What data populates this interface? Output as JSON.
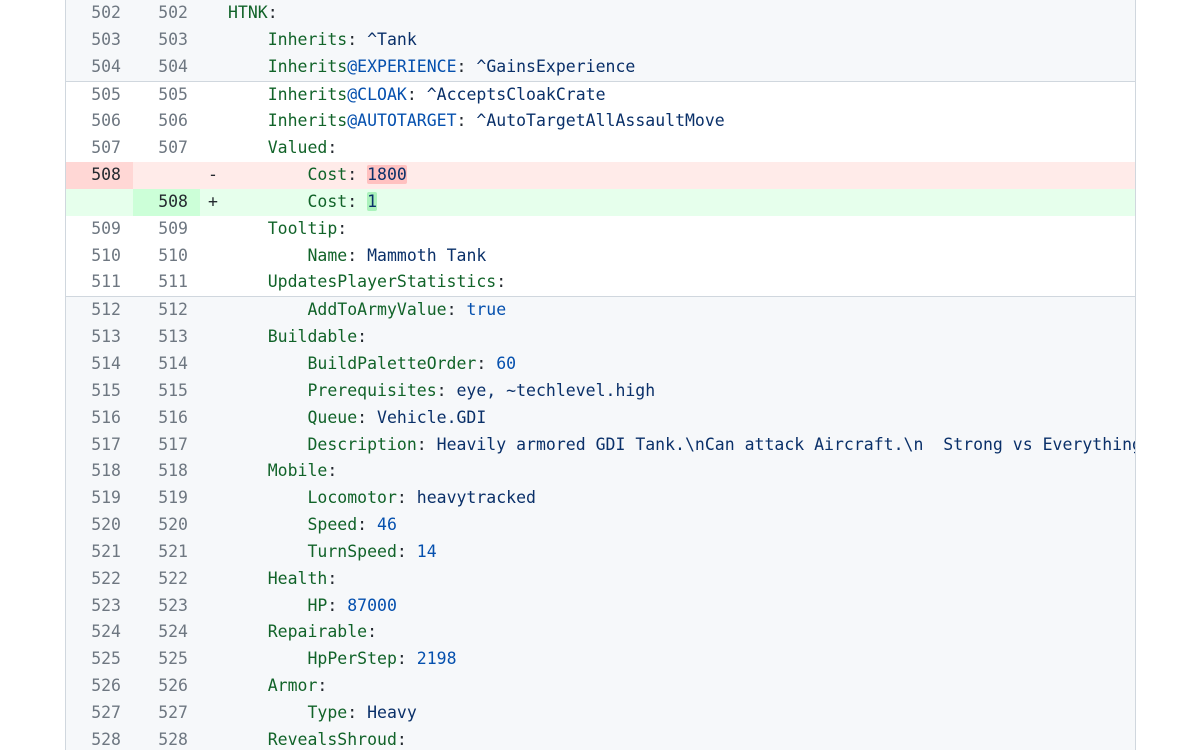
{
  "top_hunk": [
    {
      "old": "502",
      "new": "502",
      "indent": "",
      "key": "HTNK",
      "sep": ":",
      "value": ""
    },
    {
      "old": "503",
      "new": "503",
      "indent": "    ",
      "key": "Inherits",
      "sep": ": ",
      "value": "^Tank"
    },
    {
      "old": "504",
      "new": "504",
      "indent": "    ",
      "key": "Inherits",
      "attr": "@EXPERIENCE",
      "sep": ": ",
      "value": "^GainsExperience"
    }
  ],
  "main_hunk": [
    {
      "old": "505",
      "new": "505",
      "indent": "    ",
      "key": "Inherits",
      "attr": "@CLOAK",
      "sep": ": ",
      "value": "^AcceptsCloakCrate"
    },
    {
      "old": "506",
      "new": "506",
      "indent": "    ",
      "key": "Inherits",
      "attr": "@AUTOTARGET",
      "sep": ": ",
      "value": "^AutoTargetAllAssaultMove"
    },
    {
      "old": "507",
      "new": "507",
      "indent": "    ",
      "key": "Valued",
      "sep": ":",
      "value": ""
    },
    {
      "type": "del",
      "old": "508",
      "new": "",
      "marker": "-",
      "indent": "        ",
      "key": "Cost",
      "sep": ": ",
      "value": "1800"
    },
    {
      "type": "add",
      "old": "",
      "new": "508",
      "marker": "+",
      "indent": "        ",
      "key": "Cost",
      "sep": ": ",
      "value": "1"
    },
    {
      "old": "509",
      "new": "509",
      "indent": "    ",
      "key": "Tooltip",
      "sep": ":",
      "value": ""
    },
    {
      "old": "510",
      "new": "510",
      "indent": "        ",
      "key": "Name",
      "sep": ": ",
      "value": "Mammoth Tank"
    },
    {
      "old": "511",
      "new": "511",
      "indent": "    ",
      "key": "UpdatesPlayerStatistics",
      "sep": ":",
      "value": ""
    }
  ],
  "bottom_hunk": [
    {
      "old": "512",
      "new": "512",
      "indent": "        ",
      "key": "AddToArmyValue",
      "sep": ": ",
      "value": "true",
      "vclass": "a"
    },
    {
      "old": "513",
      "new": "513",
      "indent": "    ",
      "key": "Buildable",
      "sep": ":",
      "value": ""
    },
    {
      "old": "514",
      "new": "514",
      "indent": "        ",
      "key": "BuildPaletteOrder",
      "sep": ": ",
      "value": "60",
      "vclass": "a"
    },
    {
      "old": "515",
      "new": "515",
      "indent": "        ",
      "key": "Prerequisites",
      "sep": ": ",
      "value": "eye, ~techlevel.high"
    },
    {
      "old": "516",
      "new": "516",
      "indent": "        ",
      "key": "Queue",
      "sep": ": ",
      "value": "Vehicle.GDI"
    },
    {
      "old": "517",
      "new": "517",
      "indent": "        ",
      "key": "Description",
      "sep": ": ",
      "value": "Heavily armored GDI Tank.\\nCan attack Aircraft.\\n  Strong vs Everything"
    },
    {
      "old": "518",
      "new": "518",
      "indent": "    ",
      "key": "Mobile",
      "sep": ":",
      "value": ""
    },
    {
      "old": "519",
      "new": "519",
      "indent": "        ",
      "key": "Locomotor",
      "sep": ": ",
      "value": "heavytracked"
    },
    {
      "old": "520",
      "new": "520",
      "indent": "        ",
      "key": "Speed",
      "sep": ": ",
      "value": "46",
      "vclass": "a"
    },
    {
      "old": "521",
      "new": "521",
      "indent": "        ",
      "key": "TurnSpeed",
      "sep": ": ",
      "value": "14",
      "vclass": "a"
    },
    {
      "old": "522",
      "new": "522",
      "indent": "    ",
      "key": "Health",
      "sep": ":",
      "value": ""
    },
    {
      "old": "523",
      "new": "523",
      "indent": "        ",
      "key": "HP",
      "sep": ": ",
      "value": "87000",
      "vclass": "a"
    },
    {
      "old": "524",
      "new": "524",
      "indent": "    ",
      "key": "Repairable",
      "sep": ":",
      "value": ""
    },
    {
      "old": "525",
      "new": "525",
      "indent": "        ",
      "key": "HpPerStep",
      "sep": ": ",
      "value": "2198",
      "vclass": "a"
    },
    {
      "old": "526",
      "new": "526",
      "indent": "    ",
      "key": "Armor",
      "sep": ":",
      "value": ""
    },
    {
      "old": "527",
      "new": "527",
      "indent": "        ",
      "key": "Type",
      "sep": ": ",
      "value": "Heavy"
    },
    {
      "old": "528",
      "new": "528",
      "indent": "    ",
      "key": "RevealsShroud",
      "sep": ":",
      "value": ""
    }
  ]
}
